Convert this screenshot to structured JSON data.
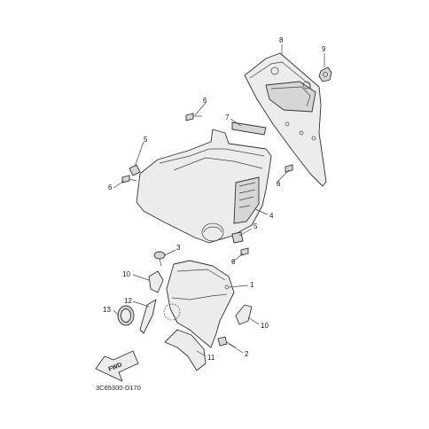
{
  "diagram": {
    "code": "3C65300-D170",
    "fwd_label": "FWD",
    "callouts": [
      {
        "id": "c8",
        "text": "8"
      },
      {
        "id": "c9",
        "text": "9"
      },
      {
        "id": "c6a",
        "text": "6"
      },
      {
        "id": "c7",
        "text": "7"
      },
      {
        "id": "c5a",
        "text": "5"
      },
      {
        "id": "c6b",
        "text": "6"
      },
      {
        "id": "c6c",
        "text": "6"
      },
      {
        "id": "c4",
        "text": "4"
      },
      {
        "id": "c3",
        "text": "3"
      },
      {
        "id": "c5b",
        "text": "5"
      },
      {
        "id": "c6d",
        "text": "6"
      },
      {
        "id": "c10a",
        "text": "10"
      },
      {
        "id": "c1",
        "text": "1"
      },
      {
        "id": "c12",
        "text": "12"
      },
      {
        "id": "c13",
        "text": "13"
      },
      {
        "id": "c10b",
        "text": "10"
      },
      {
        "id": "c2",
        "text": "2"
      },
      {
        "id": "c11",
        "text": "11"
      }
    ]
  }
}
